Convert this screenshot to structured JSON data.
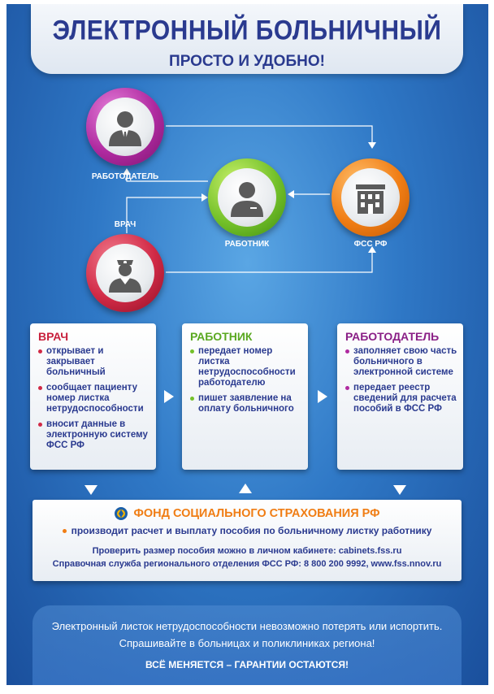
{
  "header": {
    "title": "ЭЛЕКТРОННЫЙ БОЛЬНИЧНЫЙ",
    "subtitle": "ПРОСТО И УДОБНО!"
  },
  "roles": {
    "employer": "РАБОТОДАТЕЛЬ",
    "worker": "РАБОТНИК",
    "fss": "ФСС РФ",
    "doctor": "ВРАЧ"
  },
  "cards": [
    {
      "title": "ВРАЧ",
      "color": "#c8203c",
      "items": [
        "открывает и закрывает больничный",
        "сообщает пациенту номер листка нетрудоспособности",
        "вносит данные в электронную систему ФСС РФ"
      ]
    },
    {
      "title": "РАБОТНИК",
      "color": "#5aa820",
      "items": [
        "передает номер листка нетрудоспособности работодателю",
        "пишет заявление на оплату больничного"
      ]
    },
    {
      "title": "РАБОТОДАТЕЛЬ",
      "color": "#8a1f86",
      "items": [
        "заполняет свою часть больничного в электронной системе",
        "передает реестр сведений для расчета пособий в ФСС РФ"
      ]
    }
  ],
  "fund": {
    "title": "ФОНД СОЦИАЛЬНОГО СТРАХОВАНИЯ РФ",
    "item": "производит расчет и выплату пособия по больничному листку работнику",
    "note": "Проверить размер пособия можно в личном кабинете: cabinets.fss.ru",
    "help": "Справочная служба регионального отделения ФСС РФ: 8 800 200 9992, www.fss.nnov.ru"
  },
  "footer": {
    "line1": "Электронный листок нетрудоспособности невозможно потерять или испортить.",
    "line2": "Спрашивайте в больницах и поликлиниках региона!",
    "slogan": "ВСЁ МЕНЯЕТСЯ – ГАРАНТИИ ОСТАЮТСЯ!"
  },
  "icons": {
    "employer": "businessman-icon",
    "worker": "worker-icon",
    "fss": "building-icon",
    "doctor": "nurse-icon",
    "fund": "fss-emblem-icon"
  }
}
